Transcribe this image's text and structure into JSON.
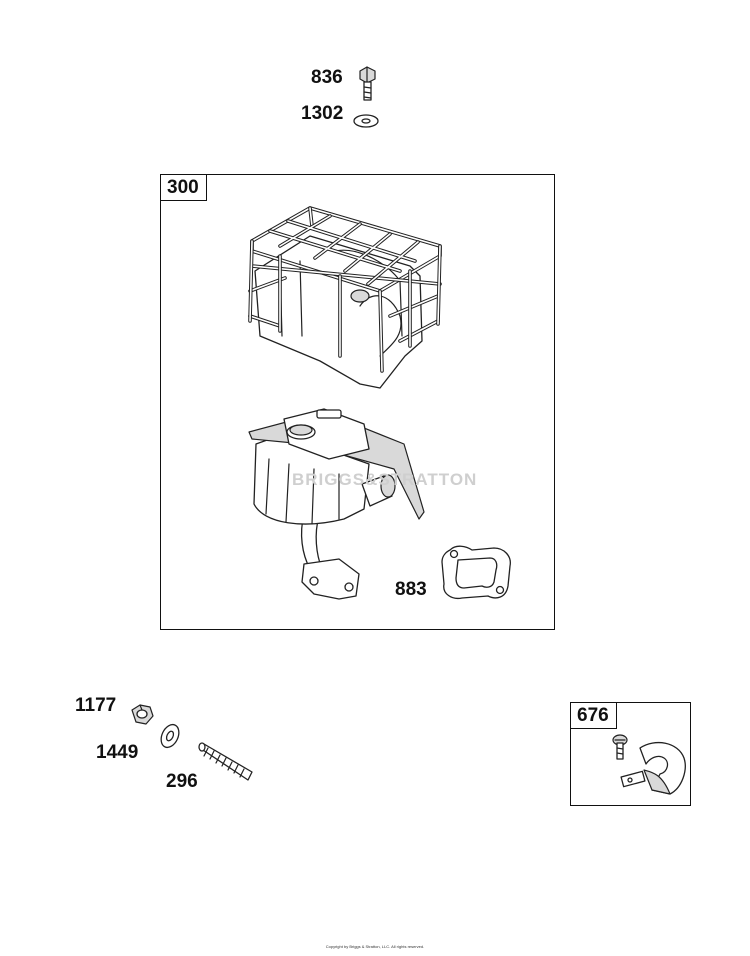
{
  "labels": {
    "p836": "836",
    "p1302": "1302",
    "p883": "883",
    "p1177": "1177",
    "p1449": "1449",
    "p296": "296"
  },
  "boxes": {
    "muffler_kit": "300",
    "clamp_kit": "676"
  },
  "watermark": "BRIGGS&STRATTON",
  "copyright": "Copyright by Briggs & Stratton, LLC. All rights reserved."
}
